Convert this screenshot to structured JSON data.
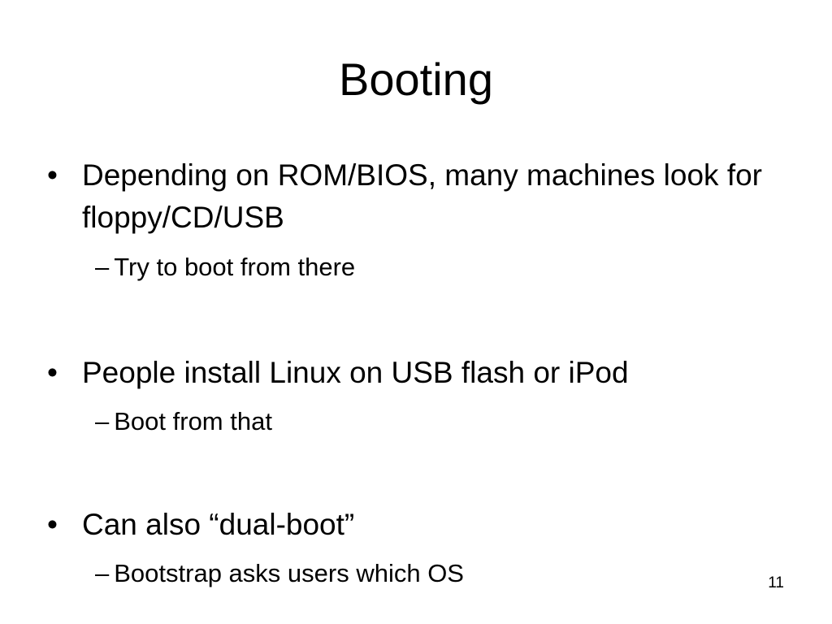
{
  "slide": {
    "title": "Booting",
    "bullet_glyph": "•",
    "dash_glyph": "–",
    "bullets": [
      {
        "text": "Depending on ROM/BIOS, many machines look for floppy/CD/USB",
        "sub": "Try to boot from there"
      },
      {
        "text": "People install Linux on USB flash or iPod",
        "sub": "Boot from that"
      },
      {
        "text": "Can also “dual-boot”",
        "sub": "Bootstrap asks users which OS"
      }
    ],
    "page_number": "11"
  }
}
